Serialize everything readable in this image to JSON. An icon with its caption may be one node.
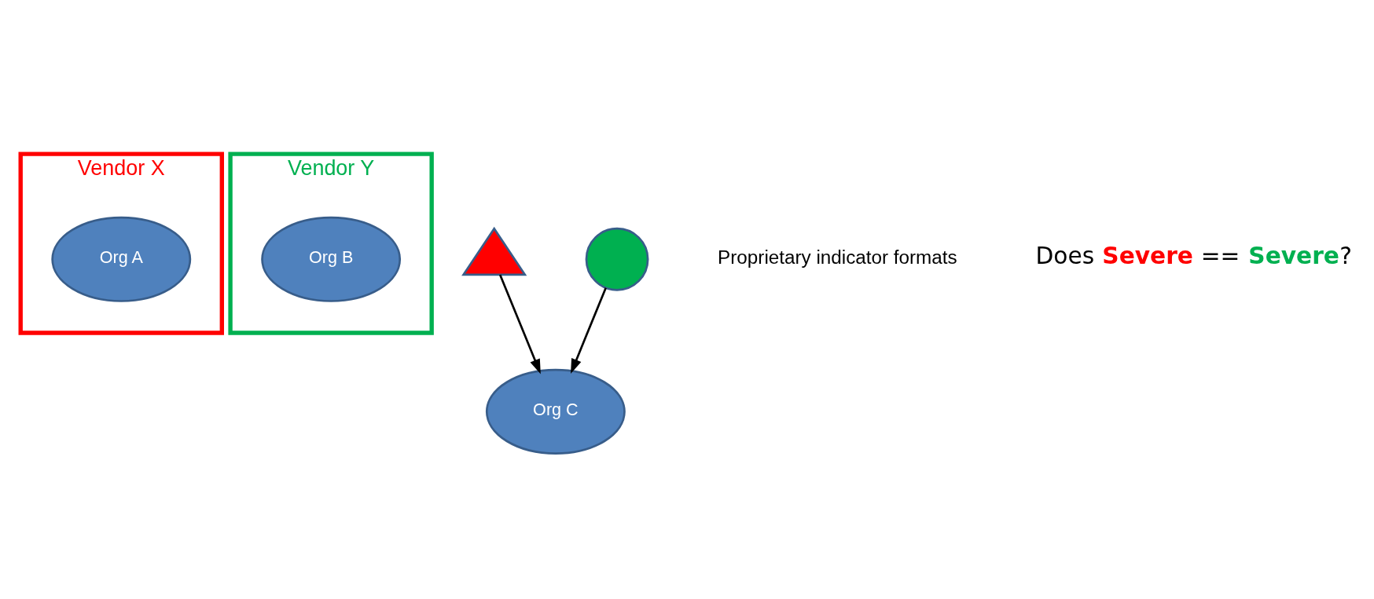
{
  "diagram": {
    "nodes": [
      {
        "text": [
          "Vendor X"
        ]
      },
      {
        "text": [
          "Org A"
        ],
        "in": 0
      },
      {
        "text": [
          "Vendor Y"
        ]
      },
      {
        "text": [
          "Org B"
        ],
        "in": 2
      },
      {
        "text": [],
        "shape": "triangle"
      },
      {
        "text": [],
        "shape": "circle"
      },
      {
        "text": [
          "Org C"
        ]
      }
    ],
    "edges": [
      {
        "from": 4,
        "to": 6,
        "arrow": "to"
      },
      {
        "from": 5,
        "to": 6,
        "arrow": "to"
      }
    ],
    "labels": [
      "Proprietary indicator formats",
      "Does **Severe** == **Severe**?"
    ]
  }
}
